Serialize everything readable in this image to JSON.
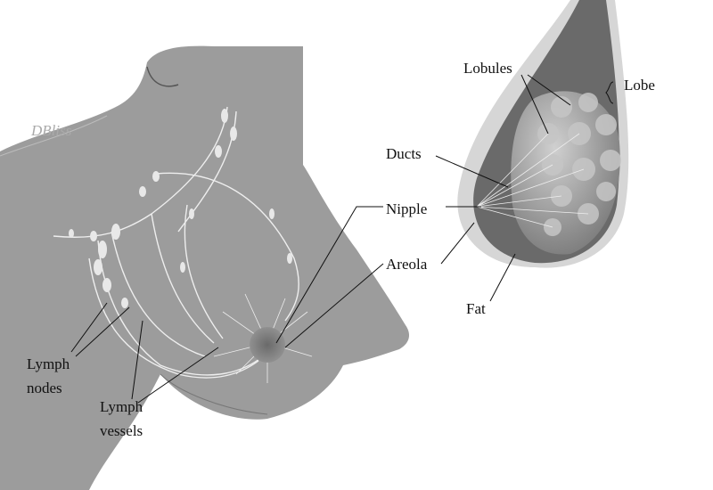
{
  "signature": "DBliss",
  "labels": {
    "lobules": "Lobules",
    "lobe": "Lobe",
    "ducts": "Ducts",
    "nipple": "Nipple",
    "areola": "Areola",
    "fat": "Fat",
    "lymph_nodes": [
      "Lymph",
      "nodes"
    ],
    "lymph_vessels": [
      "Lymph",
      "vessels"
    ]
  },
  "colors": {
    "body": "#9a9a9a",
    "lymph": "#eeeeee",
    "tissue": "#6e6e6e",
    "lobules": "#b5b5b5"
  }
}
